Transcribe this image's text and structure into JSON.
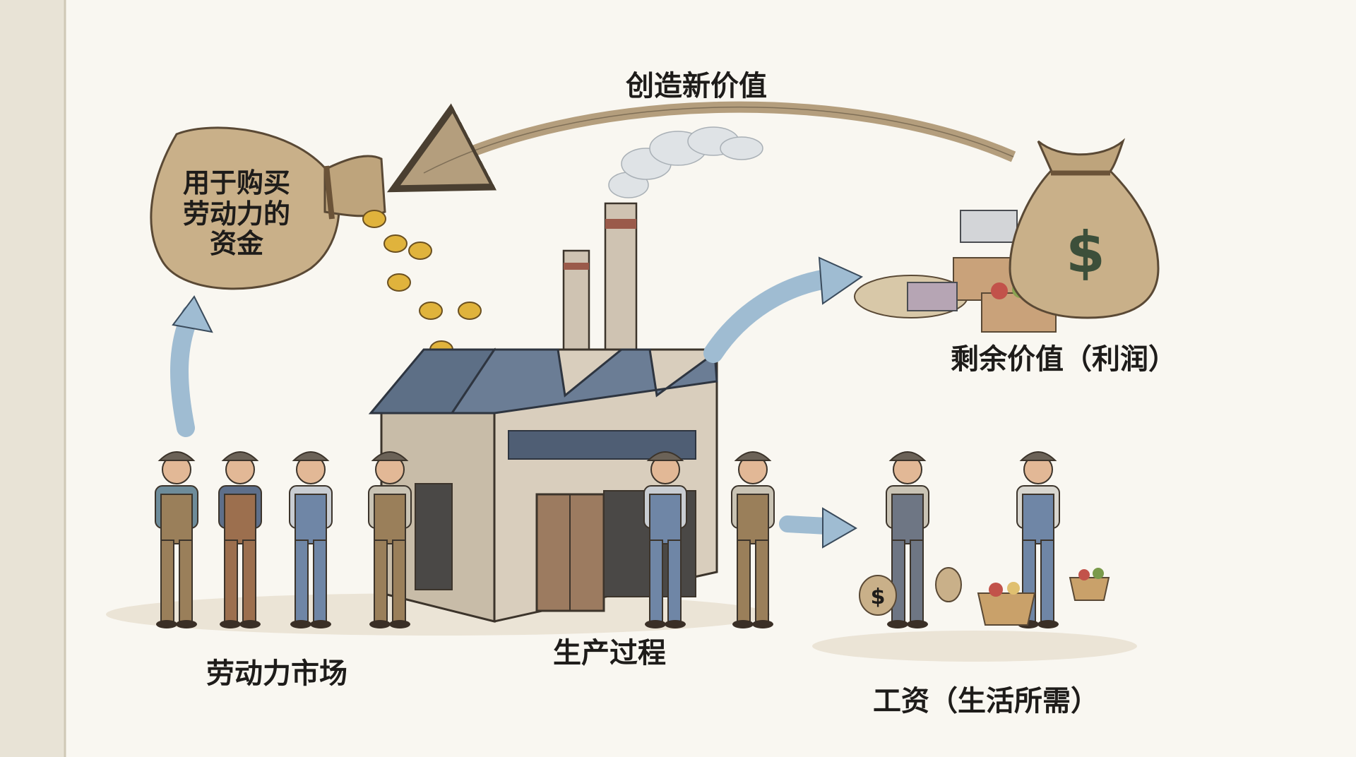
{
  "labels": {
    "create_value": "创造新价值",
    "capital_bag_line1": "用于购买",
    "capital_bag_line2": "劳动力的",
    "capital_bag_line3": "资金",
    "surplus_value": "剩余价值（利润）",
    "labor_market": "劳动力市场",
    "production": "生产过程",
    "wages": "工资（生活所需）"
  },
  "symbols": {
    "dollar": "$"
  },
  "colors": {
    "paper": "#f9f7f1",
    "spine": "#e6e1d4",
    "bag": "#c9b089",
    "bag_dark": "#8c7350",
    "coin": "#e0b33c",
    "arrow_blue": "#9fbcd2",
    "arrow_brown": "#b49e7d",
    "factory_wall": "#d9cebd",
    "roof": "#5d6f86",
    "overalls_blue": "#6f86a6",
    "overalls_brown": "#9a7f5a"
  }
}
